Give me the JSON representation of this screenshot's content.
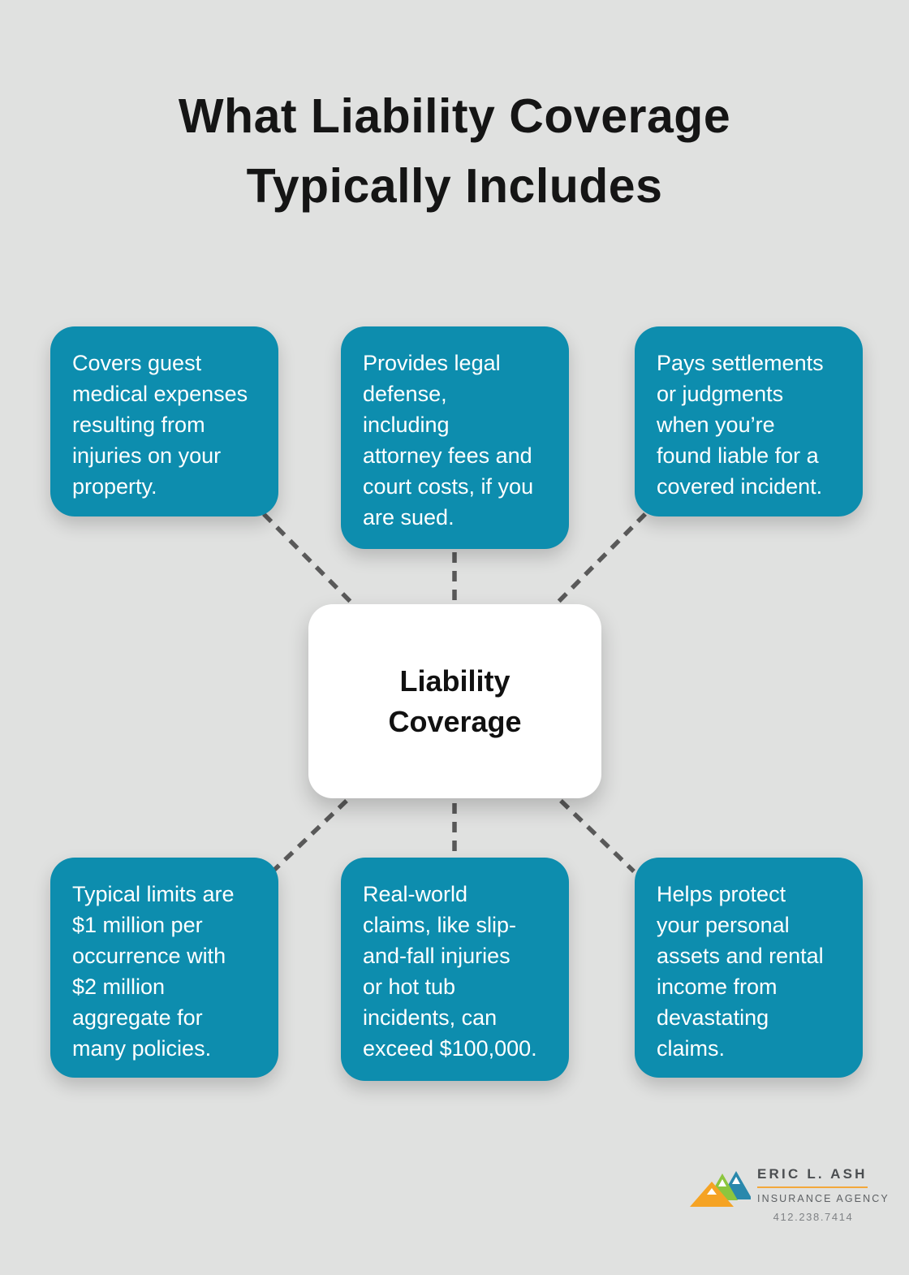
{
  "title": {
    "text": "What Liability Coverage\nTypically Includes"
  },
  "center_node": {
    "label": "Liability\nCoverage"
  },
  "nodes": [
    {
      "position": "top-left",
      "text": "Covers guest\nmedical expenses\nresulting from\ninjuries on your\nproperty."
    },
    {
      "position": "top-middle",
      "text": "Provides legal\ndefense,\nincluding\nattorney fees and\ncourt costs, if you\nare sued."
    },
    {
      "position": "top-right",
      "text": "Pays settlements\nor judgments\nwhen you’re\nfound liable for a\ncovered incident."
    },
    {
      "position": "bottom-left",
      "text": "Typical limits are\n$1 million per\noccurrence with\n$2 million\naggregate for\nmany policies."
    },
    {
      "position": "bottom-middle",
      "text": "Real-world\nclaims, like slip-\nand-fall injuries\nor hot tub\nincidents, can\nexceed $100,000."
    },
    {
      "position": "bottom-right",
      "text": "Helps protect\nyour personal\nassets and rental\nincome from\ndevastating\nclaims."
    }
  ],
  "footer_logo": {
    "brand_name": "ERIC L. ASH",
    "brand_tagline": "INSURANCE AGENCY",
    "phone": "412.238.7414",
    "icon": "mountains-icon"
  },
  "colors": {
    "background": "#e0e1e0",
    "node_teal": "#0d8dae",
    "center_white": "#ffffff",
    "title_text": "#151515",
    "node_text": "#ffffff",
    "connector_gray": "#595959",
    "logo_orange": "#f5a324",
    "logo_green": "#8cc63e",
    "logo_blue": "#2988ac",
    "logo_underline": "#f3a83b"
  }
}
